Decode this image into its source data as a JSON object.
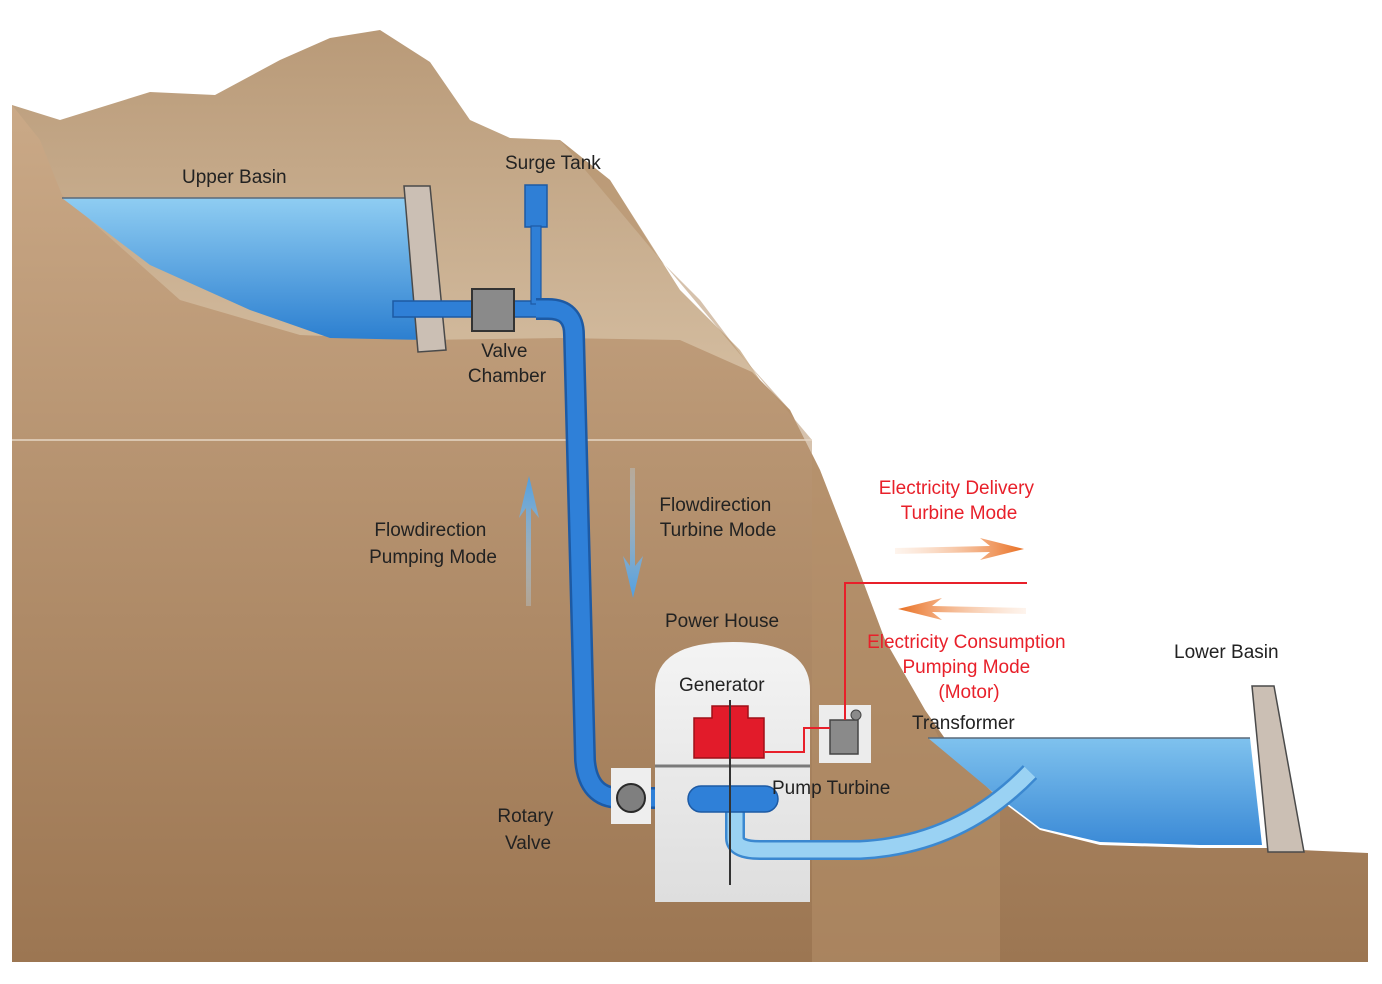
{
  "labels": {
    "upper_basin": "Upper Basin",
    "surge_tank": "Surge Tank",
    "valve_chamber": [
      "Valve",
      "Chamber"
    ],
    "flow_pumping": [
      "Flowdirection",
      "Pumping Mode"
    ],
    "flow_turbine": [
      "Flowdirection",
      "Turbine Mode"
    ],
    "power_house": "Power House",
    "generator": "Generator",
    "pump_turbine": "Pump Turbine",
    "rotary_valve": [
      "Rotary",
      "Valve"
    ],
    "electricity_delivery": [
      "Electricity Delivery",
      "Turbine Mode"
    ],
    "electricity_consumption": [
      "Electricity Consumption",
      "Pumping Mode",
      "(Motor)"
    ],
    "lower_basin": "Lower Basin",
    "transformer": "Transformer"
  },
  "colors": {
    "mountain_back": "#c4a889",
    "mountain_front": "#a8835f",
    "water": "#3d8fdc",
    "water_light": "#7cc4ee",
    "penstock": "#2f7fd6",
    "dam": "#c9bdb2",
    "generator": "#e21b2a",
    "electric_red": "#e8202a",
    "arrow_orange": "#ef7b2a",
    "arrow_blue": "#6aaee6",
    "power_house": "#e8e8e8"
  }
}
